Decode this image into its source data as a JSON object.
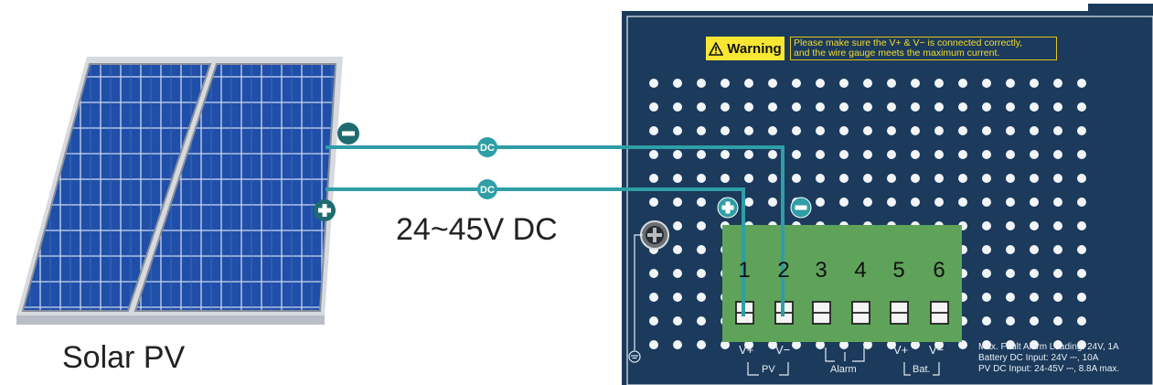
{
  "labels": {
    "solar": "Solar PV",
    "voltage": "24~45V DC",
    "dc_tag": "DC"
  },
  "warning": {
    "badge": "Warning",
    "line1": "Please make sure the V+ & V− is connected correctly,",
    "line2": "and the wire gauge meets the maximum current."
  },
  "terminals": {
    "numbers": [
      "1",
      "2",
      "3",
      "4",
      "5",
      "6"
    ],
    "pin_labels": [
      "V+",
      "V−",
      "V+",
      "V−"
    ],
    "group_labels": [
      "PV",
      "Alarm",
      "Bat."
    ]
  },
  "specs": {
    "line1": "Max. Fault Alarm Loading: 24V, 1A",
    "line2": "Battery DC Input: 24V ⎓, 10A",
    "line3": "PV DC Input: 24-45V ⎓, 8.8A max."
  },
  "colors": {
    "panel_bg": "#1b3a5c",
    "terminal_block": "#5fa35a",
    "wire": "#2f9ea6",
    "warning_yellow": "#f7e733",
    "solar_cell": "#1f4fa8"
  },
  "icons": {
    "negative": "minus-circle-icon",
    "positive": "plus-circle-icon",
    "ground_screw": "ground-screw-icon",
    "earth": "earth-ground-icon",
    "warning": "warning-triangle-icon"
  }
}
